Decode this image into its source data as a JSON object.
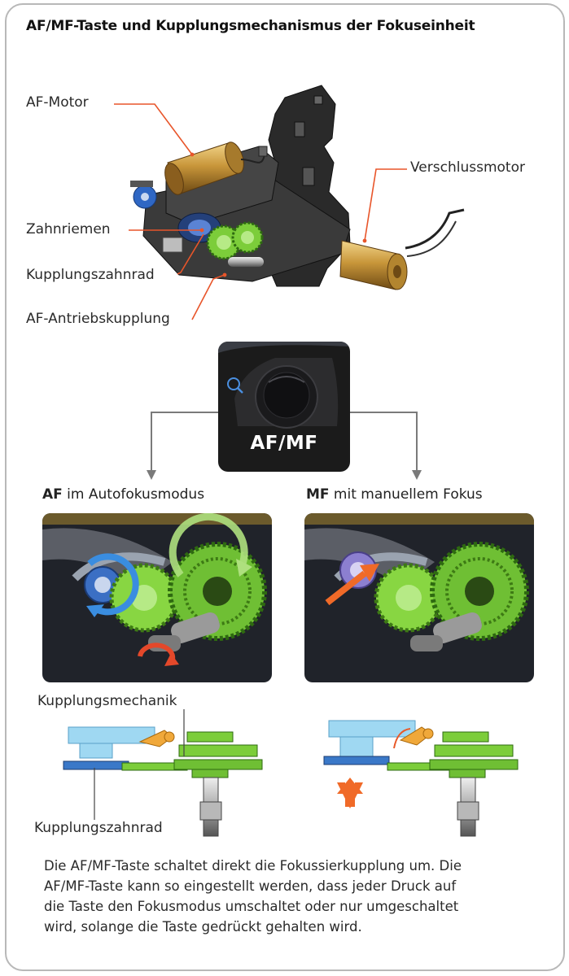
{
  "title": "AF/MF-Taste und Kupplungsmechanismus der Fokuseinheit",
  "top_labels": {
    "af_motor": "AF-Motor",
    "shutter_motor": "Verschlussmotor",
    "timing_belt": "Zahnriemen",
    "coupling_gear": "Kupplungszahnrad",
    "af_drive_coupling": "AF-Antriebskupplung"
  },
  "button": {
    "label": "AF/MF"
  },
  "modes": {
    "af": {
      "abbr": "AF",
      "text": " im Autofokusmodus"
    },
    "mf": {
      "abbr": "MF",
      "text": " mit manuellem Fokus"
    }
  },
  "bottom_labels": {
    "coupling_mechanism": "Kupplungsmechanik",
    "coupling_gear": "Kupplungszahnrad"
  },
  "caption": {
    "line1": "Die AF/MF-Taste schaltet direkt die Fokussierkupplung um. Die",
    "line2": "AF/MF-Taste kann so eingestellt werden, dass jeder Druck auf",
    "line3": "die Taste den Fokusmodus umschaltet oder nur umgeschaltet",
    "line4": "wird, solange die Taste gedrückt gehalten wird."
  },
  "colors": {
    "callout": "#e8552a",
    "gear_green": "#7ccd3a",
    "gear_blue": "#3a78c8",
    "brass": "#c89a3c",
    "arrow_orange": "#f06a28",
    "panel_bg": "#20232a"
  }
}
